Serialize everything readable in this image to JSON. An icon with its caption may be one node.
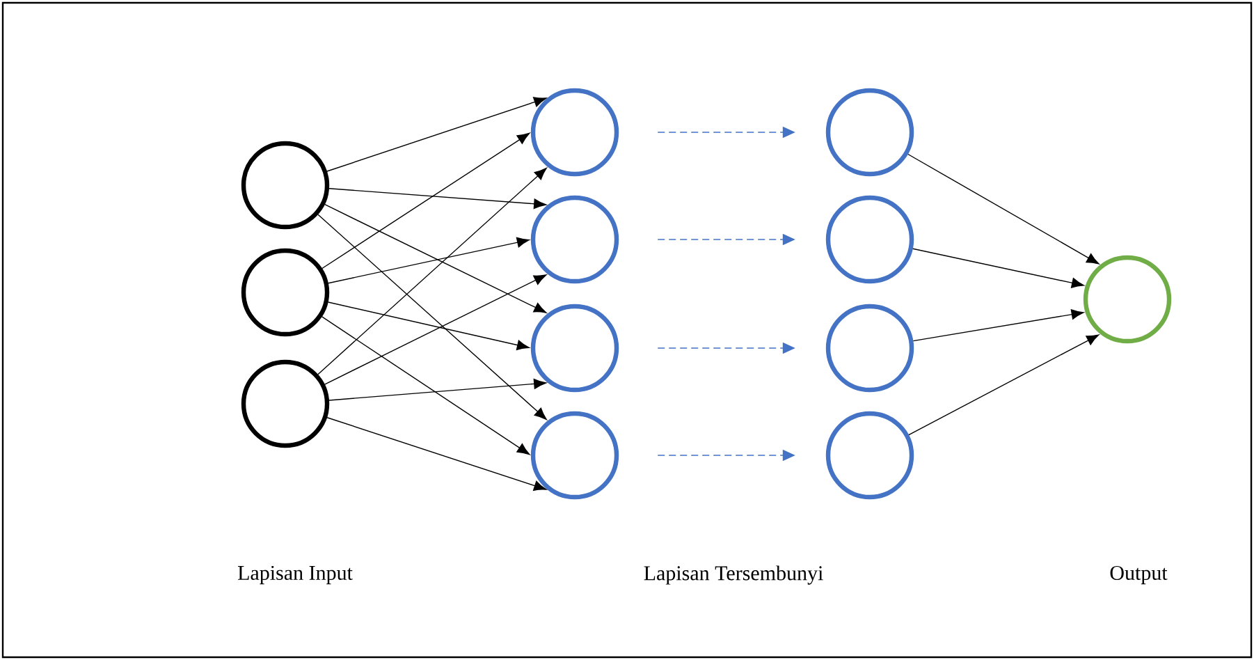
{
  "diagram": {
    "nodes": [
      {
        "text": [],
        "shape": "circle"
      },
      {
        "text": [],
        "shape": "circle"
      },
      {
        "text": [],
        "shape": "circle"
      },
      {
        "text": [],
        "shape": "circle"
      },
      {
        "text": [],
        "shape": "circle"
      },
      {
        "text": [],
        "shape": "circle"
      },
      {
        "text": [],
        "shape": "circle"
      },
      {
        "text": [],
        "shape": "circle"
      },
      {
        "text": [],
        "shape": "circle"
      },
      {
        "text": [],
        "shape": "circle"
      },
      {
        "text": [],
        "shape": "circle"
      },
      {
        "text": [],
        "shape": "circle"
      }
    ],
    "edges": [
      {
        "from": 0,
        "to": 3,
        "arrow": "to"
      },
      {
        "from": 0,
        "to": 4,
        "arrow": "to"
      },
      {
        "from": 0,
        "to": 5,
        "arrow": "to"
      },
      {
        "from": 0,
        "to": 6,
        "arrow": "to"
      },
      {
        "from": 1,
        "to": 3,
        "arrow": "to"
      },
      {
        "from": 1,
        "to": 4,
        "arrow": "to"
      },
      {
        "from": 1,
        "to": 5,
        "arrow": "to"
      },
      {
        "from": 1,
        "to": 6,
        "arrow": "to"
      },
      {
        "from": 2,
        "to": 3,
        "arrow": "to"
      },
      {
        "from": 2,
        "to": 4,
        "arrow": "to"
      },
      {
        "from": 2,
        "to": 5,
        "arrow": "to"
      },
      {
        "from": 2,
        "to": 6,
        "arrow": "to"
      },
      {
        "from": 3,
        "to": 7,
        "arrow": "to",
        "style": "dashed",
        "color": "#4472c4"
      },
      {
        "from": 4,
        "to": 8,
        "arrow": "to",
        "style": "dashed",
        "color": "#4472c4"
      },
      {
        "from": 5,
        "to": 9,
        "arrow": "to",
        "style": "dashed",
        "color": "#4472c4"
      },
      {
        "from": 6,
        "to": 10,
        "arrow": "to",
        "style": "dashed",
        "color": "#4472c4"
      },
      {
        "from": 7,
        "to": 11,
        "arrow": "to"
      },
      {
        "from": 8,
        "to": 11,
        "arrow": "to"
      },
      {
        "from": 9,
        "to": 11,
        "arrow": "to"
      },
      {
        "from": 10,
        "to": 11,
        "arrow": "to"
      }
    ],
    "labels": [
      "Lapisan Input",
      "Lapisan Tersembunyi",
      "Output"
    ]
  }
}
